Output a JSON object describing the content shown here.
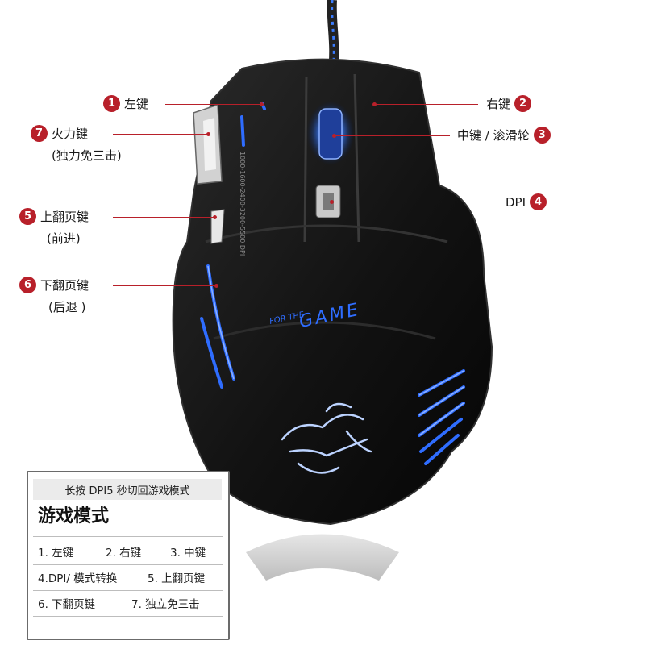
{
  "callouts": {
    "left_click": {
      "num": "1",
      "label": "左键"
    },
    "right_click": {
      "num": "2",
      "label": "右键"
    },
    "middle": {
      "num": "3",
      "label": "中键 / 滚滑轮"
    },
    "dpi": {
      "num": "4",
      "label": "DPI"
    },
    "forward": {
      "num": "5",
      "label": "上翻页键",
      "sub": "(前进)"
    },
    "back": {
      "num": "6",
      "label": "下翻页键",
      "sub": "(后退 )"
    },
    "fire": {
      "num": "7",
      "label": "火力键",
      "sub": "(独力免三击)"
    }
  },
  "mouse_text": {
    "dpi_scale": "1000-1600-2400-3200-5500 DPI",
    "brand_small": "FOR THE",
    "brand_big": "GAME"
  },
  "panel": {
    "header": "长按 DPI5 秒切回游戏模式",
    "title": "游戏模式",
    "rows": [
      [
        "1. 左键",
        "2. 右键",
        "3. 中键"
      ],
      [
        "4.DPI/ 模式转换",
        "5. 上翻页键"
      ],
      [
        "6. 下翻页键",
        "7. 独立免三击"
      ]
    ]
  },
  "colors": {
    "accent": "#b8202a",
    "glow": "#3a7cff",
    "body": "#141414"
  }
}
